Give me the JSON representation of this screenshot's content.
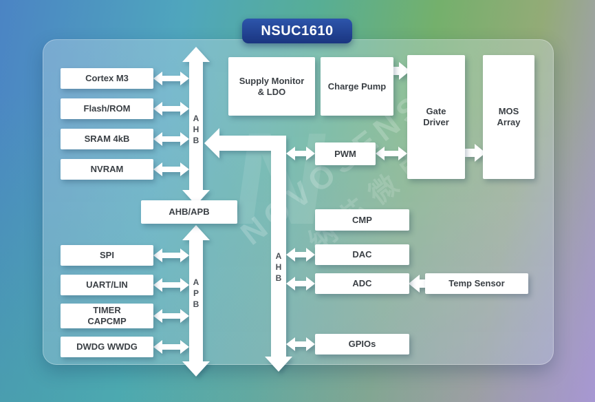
{
  "title": "NSUC1610",
  "colors": {
    "badge_top": "#2d55ab",
    "badge_bottom": "#1a3580",
    "box_fill": "#ffffff",
    "box_text": "#3a3f44"
  },
  "watermark": {
    "logo": "N",
    "brand": "NOVOSENSE",
    "cn": "纳芯微电"
  },
  "buses": {
    "ahb_main": "A\nH\nB",
    "apb": "A\nP\nB",
    "ahb_right": "A\nH\nB"
  },
  "blocks": {
    "cortex_m3": "Cortex M3",
    "flash_rom": "Flash/ROM",
    "sram": "SRAM 4kB",
    "nvram": "NVRAM",
    "ahb_apb": "AHB/APB",
    "spi": "SPI",
    "uart_lin": "UART/LIN",
    "timer_capcmp": "TIMER\nCAPCMP",
    "dwdg_wwdg": "DWDG WWDG",
    "supply_monitor": "Supply Monitor\n& LDO",
    "charge_pump": "Charge Pump",
    "gate_driver": "Gate\nDriver",
    "mos_array": "MOS\nArray",
    "pwm": "PWM",
    "cmp": "CMP",
    "dac": "DAC",
    "adc": "ADC",
    "temp_sensor": "Temp Sensor",
    "gpios": "GPIOs"
  }
}
